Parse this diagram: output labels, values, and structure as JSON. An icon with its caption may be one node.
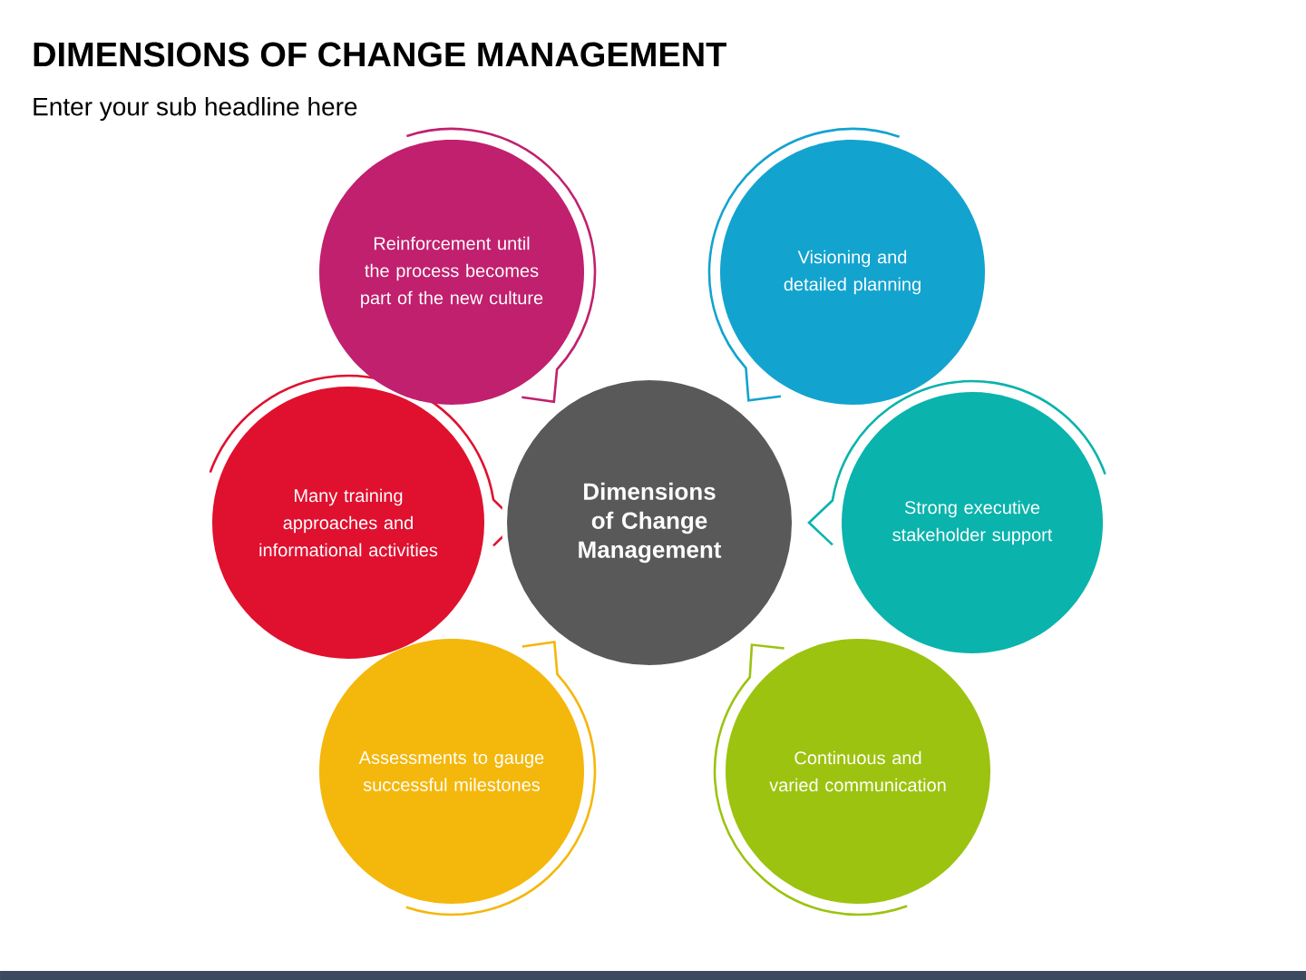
{
  "diagram": {
    "title": "DIMENSIONS OF CHANGE MANAGEMENT",
    "nodes": [
      {
        "text": [
          "Dimensions of Change Management"
        ]
      },
      {
        "text": [
          "Reinforcement until the process becomes part of the new culture"
        ]
      },
      {
        "text": [
          "Visioning and detailed planning"
        ]
      },
      {
        "text": [
          "Many training approaches and informational activities"
        ]
      },
      {
        "text": [
          "Strong executive stakeholder support"
        ]
      },
      {
        "text": [
          "Assessments to gauge successful milestones"
        ]
      },
      {
        "text": [
          "Continuous and varied communication"
        ]
      }
    ],
    "edges": [],
    "labels": [
      "Enter your sub headline here"
    ]
  }
}
